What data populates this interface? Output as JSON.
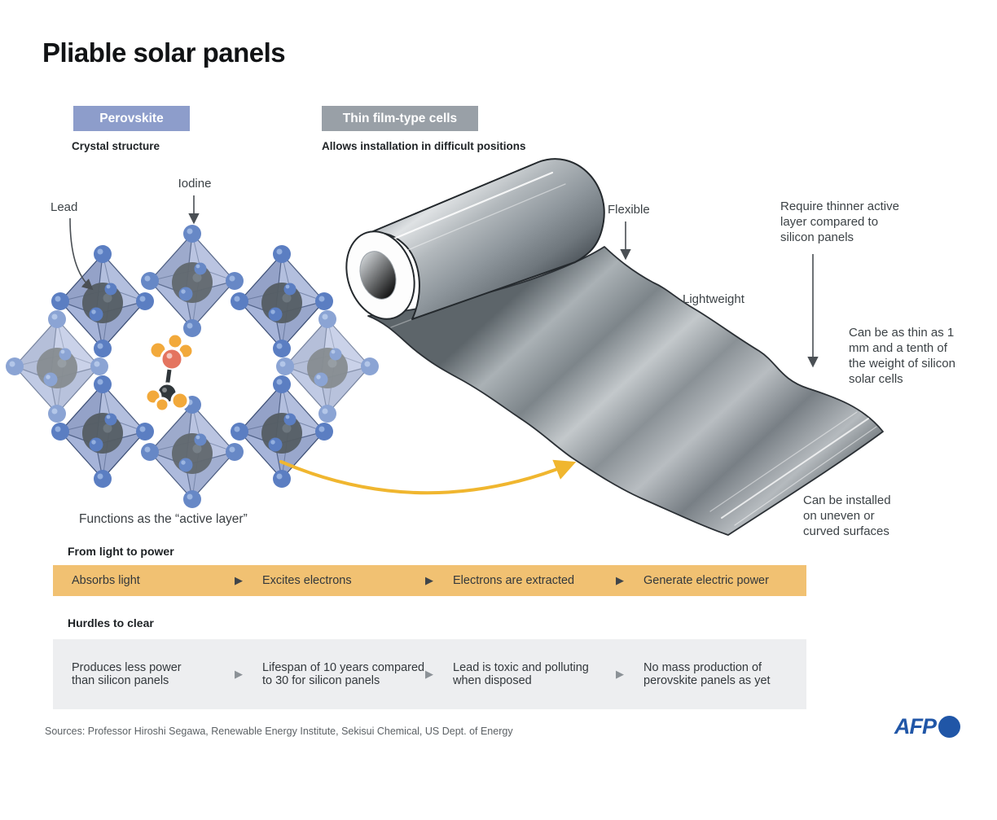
{
  "title": "Pliable solar panels",
  "perovskite": {
    "label": "Perovskite",
    "subtitle": "Crystal structure",
    "lead_label": "Lead",
    "iodine_label": "Iodine",
    "caption": "Functions as the “active layer”"
  },
  "thin_film": {
    "label": "Thin film-type cells",
    "subtitle": "Allows installation in difficult positions",
    "annotations": {
      "flexible": "Flexible",
      "lightweight": "Lightweight",
      "thinner": "Require thinner active layer compared to silicon panels",
      "thinness": "Can be as thin as 1 mm and a tenth of the weight of silicon solar cells",
      "install": "Can be installed on uneven or curved surfaces"
    }
  },
  "process": {
    "heading": "From light to power",
    "steps": [
      "Absorbs light",
      "Excites electrons",
      "Electrons are extracted",
      "Generate electric power"
    ]
  },
  "hurdles": {
    "heading": "Hurdles to clear",
    "steps": [
      "Produces less power than silicon panels",
      "Lifespan of 10 years compared to 30 for silicon panels",
      "Lead is toxic and polluting when disposed",
      "No mass production of perovskite panels as yet"
    ]
  },
  "footer": {
    "sources": "Sources: Professor Hiroshi Segawa, Renewable Energy Institute, Sekisui Chemical, US Dept. of Energy",
    "agency": "AFP"
  },
  "colors": {
    "perovskite_badge": "#8d9dcb",
    "thinfilm_badge": "#99a0a7",
    "process_bar": "#f1c172",
    "hurdles_bar": "#edeef0",
    "arrow_gray": "#4a4f54",
    "accent_yellow": "#f0b62f",
    "afp_blue": "#2056a7",
    "crystal_blue": "#5b7ec2",
    "lead_sphere": "#545d63",
    "cation_orange": "#f2a93b",
    "cation_red": "#e4745f"
  }
}
